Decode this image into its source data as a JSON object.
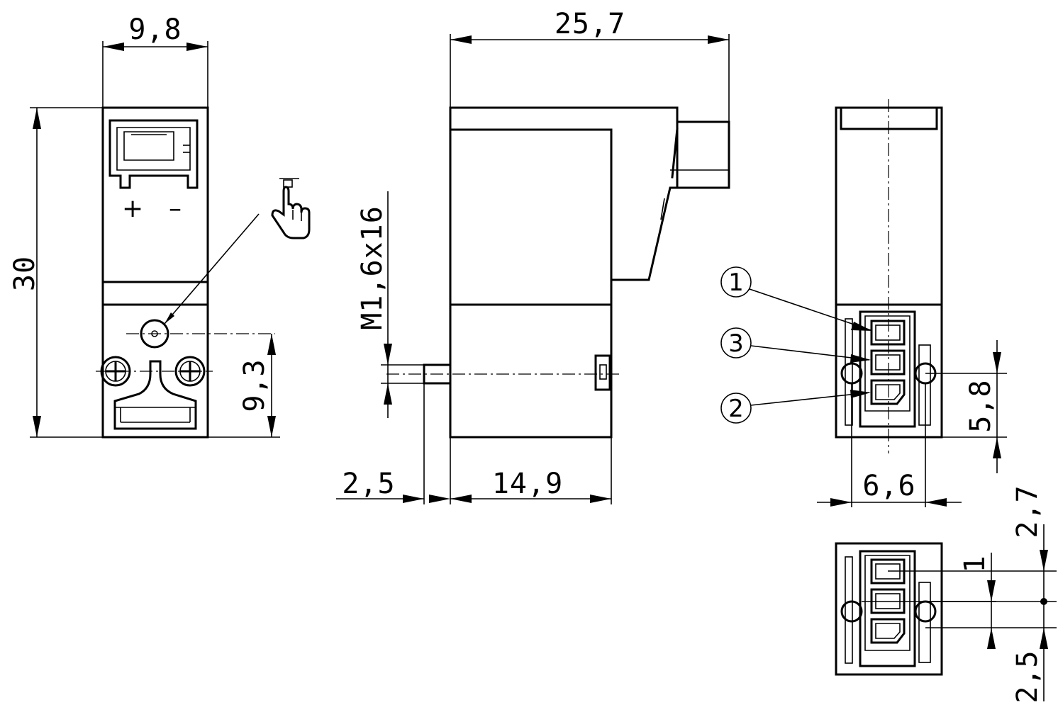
{
  "front_view": {
    "dim_width": "9,8",
    "dim_height": "30",
    "dim_screw_offset": "9,3",
    "polarity_plus": "+",
    "polarity_minus": "–",
    "icon": "manual-override-hand-icon"
  },
  "side_view": {
    "dim_total_length": "25,7",
    "dim_thread": "M1,6x16",
    "dim_pin_length": "2,5",
    "dim_body_length": "14,9"
  },
  "rear_view": {
    "callouts": [
      "1",
      "3",
      "2"
    ],
    "dim_pin_spacing_v": "5,8",
    "dim_pin_spacing_h": "6,6"
  },
  "detail_view": {
    "dim_a": "2,7",
    "dim_b": "1",
    "dim_c": "2,5"
  }
}
